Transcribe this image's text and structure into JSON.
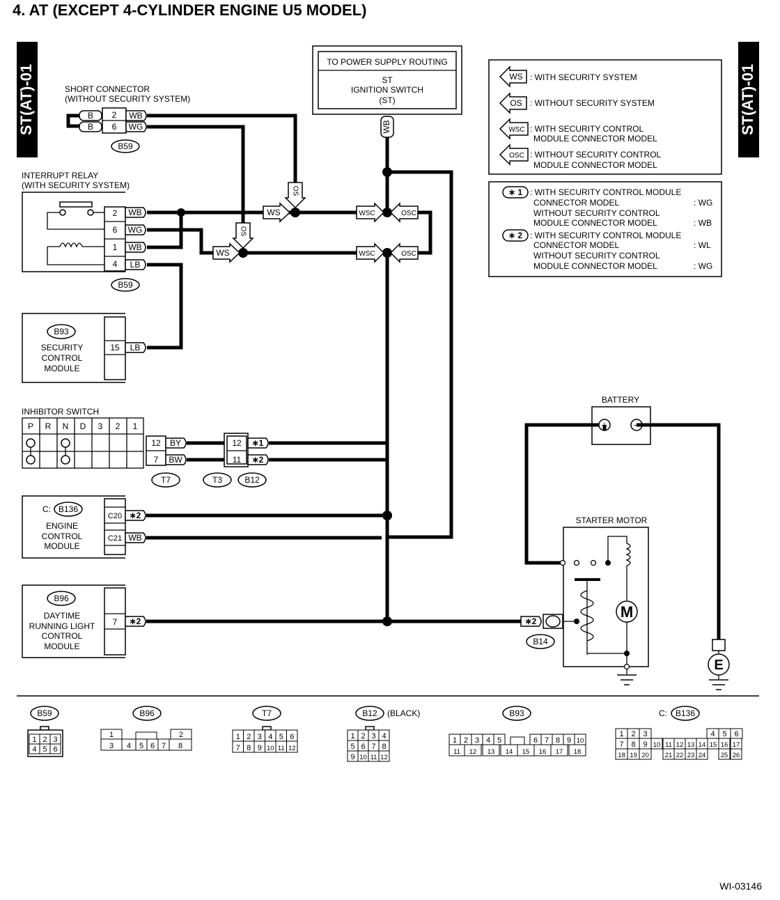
{
  "title": "4.  AT (EXCEPT 4-CYLINDER ENGINE U5 MODEL)",
  "page_tag": "ST(AT)-01",
  "figure_id": "WI-03146",
  "power": {
    "routing": "TO POWER SUPPLY ROUTING",
    "switch_line1": "ST",
    "switch_line2": "IGNITION SWITCH",
    "switch_line3": "(ST)",
    "wire": "WB"
  },
  "legend": {
    "ws": {
      "tag": "WS",
      "text": ": WITH SECURITY SYSTEM"
    },
    "os": {
      "tag": "OS",
      "text": ": WITHOUT SECURITY SYSTEM"
    },
    "wsc": {
      "tag": "WSC",
      "line1": ": WITH SECURITY CONTROL",
      "line2": "MODULE CONNECTOR MODEL"
    },
    "osc": {
      "tag": "OSC",
      "line1": ": WITHOUT SECURITY CONTROL",
      "line2": "MODULE CONNECTOR MODEL"
    }
  },
  "notes": {
    "n1": {
      "tag": "∗ 1",
      "a1": ": WITH SECURITY CONTROL MODULE",
      "a2": "CONNECTOR MODEL",
      "a_val": ": WG",
      "b1": "WITHOUT SECURITY CONTROL",
      "b2": "MODULE CONNECTOR MODEL",
      "b_val": ": WB"
    },
    "n2": {
      "tag": "∗ 2",
      "a1": ": WITH SECURITY CONTROL MODULE",
      "a2": "CONNECTOR MODEL",
      "a_val": ": WL",
      "b1": "WITHOUT SECURITY CONTROL",
      "b2": "MODULE CONNECTOR MODEL",
      "b_val": ": WG"
    }
  },
  "short_connector": {
    "line1": "SHORT CONNECTOR",
    "line2": "(WITHOUT SECURITY SYSTEM)",
    "left": [
      "B",
      "B"
    ],
    "pins": [
      "2",
      "6"
    ],
    "wires": [
      "WB",
      "WG"
    ],
    "connector": "B59"
  },
  "interrupt_relay": {
    "line1": "INTERRUPT RELAY",
    "line2": "(WITH SECURITY SYSTEM)",
    "pins": [
      "2",
      "6",
      "1",
      "4"
    ],
    "wires": [
      "WB",
      "WG",
      "WB",
      "LB"
    ],
    "connector": "B59"
  },
  "security_module": {
    "connector": "B93",
    "line1": "SECURITY",
    "line2": "CONTROL",
    "line3": "MODULE",
    "pin": "15",
    "wire": "LB"
  },
  "inhibitor": {
    "label": "INHIBITOR SWITCH",
    "positions": [
      "P",
      "R",
      "N",
      "D",
      "3",
      "2",
      "1"
    ],
    "t7_pins": [
      "12",
      "7"
    ],
    "t7_wires": [
      "BY",
      "BW"
    ],
    "b12_pins": [
      "12",
      "11"
    ],
    "b12_wires": [
      "∗1",
      "∗2"
    ],
    "conn_t7": "T7",
    "conn_t3": "T3",
    "conn_b12": "B12"
  },
  "ecm": {
    "prefix": "C:",
    "connector": "B136",
    "line1": "ENGINE",
    "line2": "CONTROL",
    "line3": "MODULE",
    "pins": [
      "C20",
      "C21"
    ],
    "wires": [
      "∗2",
      "WB"
    ]
  },
  "drl": {
    "connector": "B96",
    "line1": "DAYTIME",
    "line2": "RUNNING LIGHT",
    "line3": "CONTROL",
    "line4": "MODULE",
    "pin": "7",
    "wire": "∗2"
  },
  "battery": {
    "label": "BATTERY",
    "plus": "+",
    "minus": "−"
  },
  "starter": {
    "label": "STARTER MOTOR",
    "motor": "M",
    "wire": "∗2",
    "connector": "B14"
  },
  "ground": {
    "label": "E"
  },
  "junction_tags": {
    "ws": "WS",
    "os": "OS",
    "wsc": "WSC",
    "osc": "OSC"
  },
  "connectors": {
    "b59": {
      "name": "B59",
      "rows": [
        [
          "1",
          "2",
          "3"
        ],
        [
          "4",
          "5",
          "6"
        ]
      ]
    },
    "b96": {
      "name": "B96",
      "rows": [
        [
          "1",
          "",
          "",
          "2"
        ],
        [
          "3",
          "4",
          "5",
          "6",
          "7",
          "8"
        ]
      ]
    },
    "t7": {
      "name": "T7",
      "rows": [
        [
          "1",
          "2",
          "3",
          "4",
          "5",
          "6"
        ],
        [
          "7",
          "8",
          "9",
          "10",
          "11",
          "12"
        ]
      ]
    },
    "b12": {
      "name": "B12",
      "suffix": "(BLACK)",
      "rows": [
        [
          "1",
          "2",
          "3",
          "4"
        ],
        [
          "5",
          "6",
          "7",
          "8"
        ],
        [
          "9",
          "10",
          "11",
          "12"
        ]
      ]
    },
    "b93": {
      "name": "B93",
      "rows": [
        [
          "1",
          "2",
          "3",
          "4",
          "5",
          "6",
          "7",
          "8",
          "9",
          "10"
        ],
        [
          "11",
          "12",
          "13",
          "14",
          "15",
          "16",
          "17",
          "18"
        ]
      ]
    },
    "b136": {
      "prefix": "C:",
      "name": "B136",
      "rows": [
        [
          "1",
          "2",
          "3",
          "4",
          "5",
          "6"
        ],
        [
          "7",
          "8",
          "9",
          "10",
          "11",
          "12",
          "13",
          "14",
          "15",
          "16",
          "17"
        ],
        [
          "18",
          "19",
          "20",
          "21",
          "22",
          "23",
          "24",
          "25",
          "26"
        ]
      ]
    }
  }
}
